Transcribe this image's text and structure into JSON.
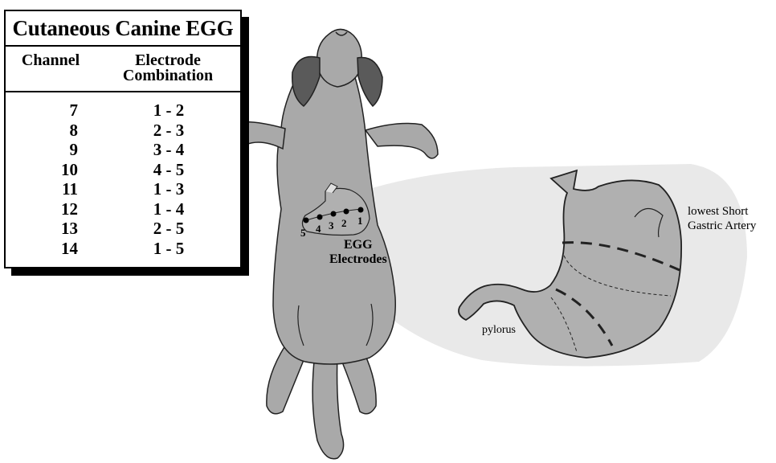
{
  "table": {
    "title": "Cutaneous Canine EGG",
    "header_channel": "Channel",
    "header_combination": "Electrode\nCombination",
    "rows": [
      {
        "channel": "7",
        "combination": "1 - 2"
      },
      {
        "channel": "8",
        "combination": "2 - 3"
      },
      {
        "channel": "9",
        "combination": "3 - 4"
      },
      {
        "channel": "10",
        "combination": "4 - 5"
      },
      {
        "channel": "11",
        "combination": "1 - 3"
      },
      {
        "channel": "12",
        "combination": "1 - 4"
      },
      {
        "channel": "13",
        "combination": "2 - 5"
      },
      {
        "channel": "14",
        "combination": "1 - 5"
      }
    ]
  },
  "labels": {
    "egg_line1": "EGG",
    "egg_line2": "Electrodes",
    "artery_line1": "lowest Short",
    "artery_line2": "Gastric Artery",
    "pylorus": "pylorus"
  },
  "electrode_numbers": [
    "5",
    "4",
    "3",
    "2",
    "1"
  ],
  "colors": {
    "dog_fill": "#a9a9a9",
    "ear_fill": "#5a5a5a",
    "outline": "#222222",
    "magnifier_fill": "#e9e9e9",
    "stomach_fill": "#b0b0b0"
  }
}
